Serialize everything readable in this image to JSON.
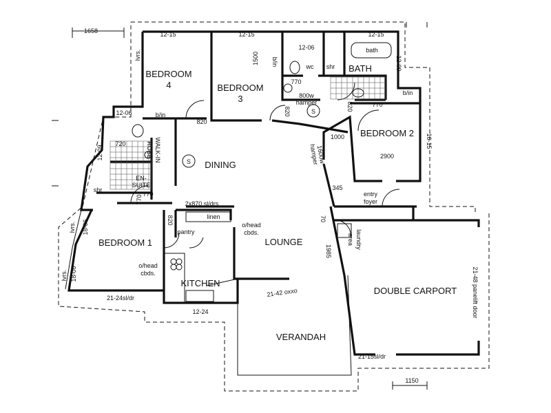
{
  "rooms": {
    "bedroom4": [
      "BEDROOM",
      "4"
    ],
    "bedroom3": [
      "BEDROOM",
      "3"
    ],
    "bedroom2": "BEDROOM 2",
    "bedroom1": "BEDROOM 1",
    "bath": "BATH",
    "dining": "DINING",
    "lounge": "LOUNGE",
    "kitchen": "KITCHEN",
    "verandah": "VERANDAH",
    "carport": "DOUBLE CARPORT",
    "ensuite": [
      "EN-",
      "SUITE"
    ],
    "robe": [
      "ROBE",
      "WALK-IN"
    ],
    "laundry": [
      "laundry",
      "area"
    ],
    "entry": [
      "entry",
      "foyer"
    ],
    "pantry": "pantry",
    "linen": "linen",
    "smoke": "S"
  },
  "dimensions": {
    "top_left": "1658",
    "bottom_right": "1150",
    "bed4_window": "12-15",
    "bed3_window": "12-15",
    "wc_window": "12-06",
    "bath_window": "12-15",
    "bath_side": "12-09",
    "bed2_side": "16-15",
    "ensuite_window": "12-06",
    "ensuite_side": "12-09",
    "bed1_side_a": "18-06",
    "bed1_side_b": "18-06",
    "bed1_door": "21-24sl/dr",
    "kitchen_window": "12-24",
    "lounge_door": "21-42 oxxo",
    "carport_side_door": "21-15sl/dr",
    "carport_panelift": "21-48 panelift door",
    "dining_doors": "2x870 sl/drs",
    "d1500": "1500",
    "d820a": "820",
    "d820b": "820",
    "d820c": "820",
    "d770a": "770",
    "d770b": "770",
    "d770c": "770",
    "d720": "720",
    "d770d": "770",
    "d1000": "1000",
    "d2900": "2900",
    "d345": "345",
    "d70": "70",
    "d1985": "1985",
    "d820d": "820"
  },
  "fixtures": {
    "bi_bed4": "b/in",
    "bi_bed3": "b/in",
    "bi_bed2": "b/in",
    "shr_main": "shr",
    "shr_ensuite": "shr",
    "wc": "wc",
    "bath_tub": "bath",
    "lvrs_a": "lvrs.",
    "lvrs_b": "lvrs.",
    "lvrs_c": "lvrs.",
    "hamper_a": [
      "800w",
      "hamper"
    ],
    "hamper_b": [
      "1600w",
      "hamper"
    ],
    "ohead_a": [
      "o/head",
      "cbds."
    ],
    "ohead_b": [
      "o/head",
      "cbds."
    ]
  }
}
